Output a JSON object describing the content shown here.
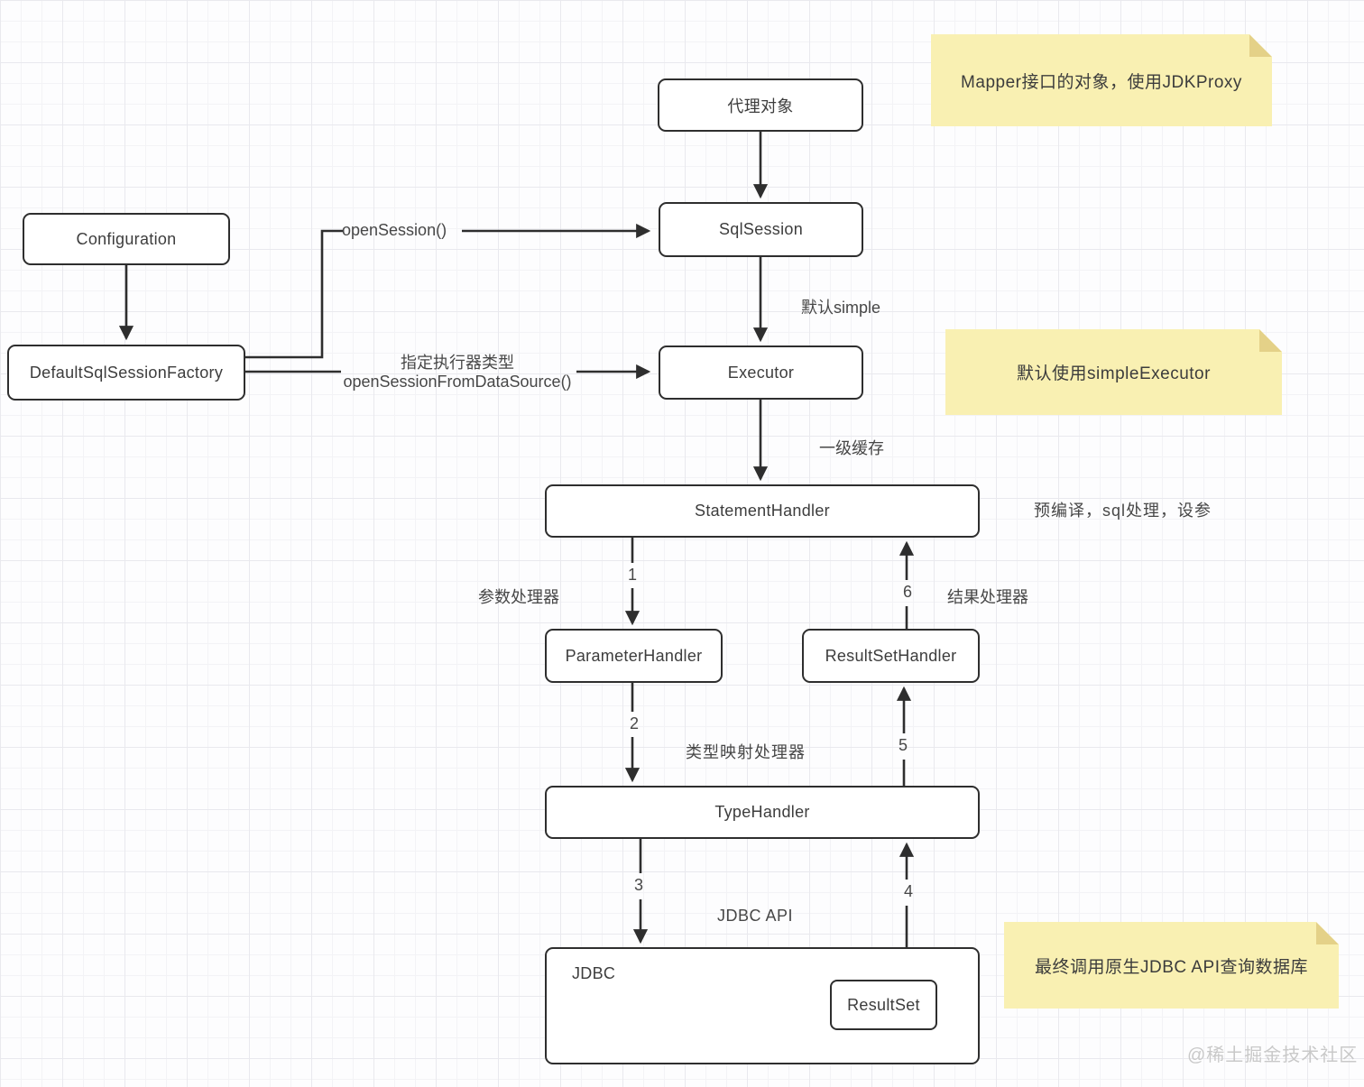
{
  "colors": {
    "line": "#2e2e2e",
    "node_bg": "#ffffff",
    "note_bg": "#f9f0b2",
    "note_fold": "#e4d188",
    "grid_minor": "#f3f3f6",
    "grid_major": "#e9e9ee",
    "watermark": "#c9c9c9"
  },
  "nodes": {
    "proxy": "代理对象",
    "sqlsession": "SqlSession",
    "configuration": "Configuration",
    "factory": "DefaultSqlSessionFactory",
    "executor": "Executor",
    "statement_handler": "StatementHandler",
    "parameter_handler": "ParameterHandler",
    "resultset_handler": "ResultSetHandler",
    "type_handler": "TypeHandler",
    "jdbc": "JDBC",
    "resultset": "ResultSet"
  },
  "edge_labels": {
    "open_session": "openSession()",
    "executor_type_line1": "指定执行器类型",
    "executor_type_line2": "openSessionFromDataSource()",
    "default_simple": "默认simple",
    "first_level_cache": "一级缓存",
    "precompile": "预编译，sql处理，设参",
    "param_processor": "参数处理器",
    "result_processor": "结果处理器",
    "type_mapping": "类型映射处理器",
    "jdbc_api": "JDBC API",
    "step1": "1",
    "step2": "2",
    "step3": "3",
    "step4": "4",
    "step5": "5",
    "step6": "6"
  },
  "notes": {
    "mapper": "Mapper接口的对象，使用JDKProxy",
    "simple_executor": "默认使用simpleExecutor",
    "jdbc_query": "最终调用原生JDBC API查询数据库"
  },
  "watermark": "@稀土掘金技术社区"
}
